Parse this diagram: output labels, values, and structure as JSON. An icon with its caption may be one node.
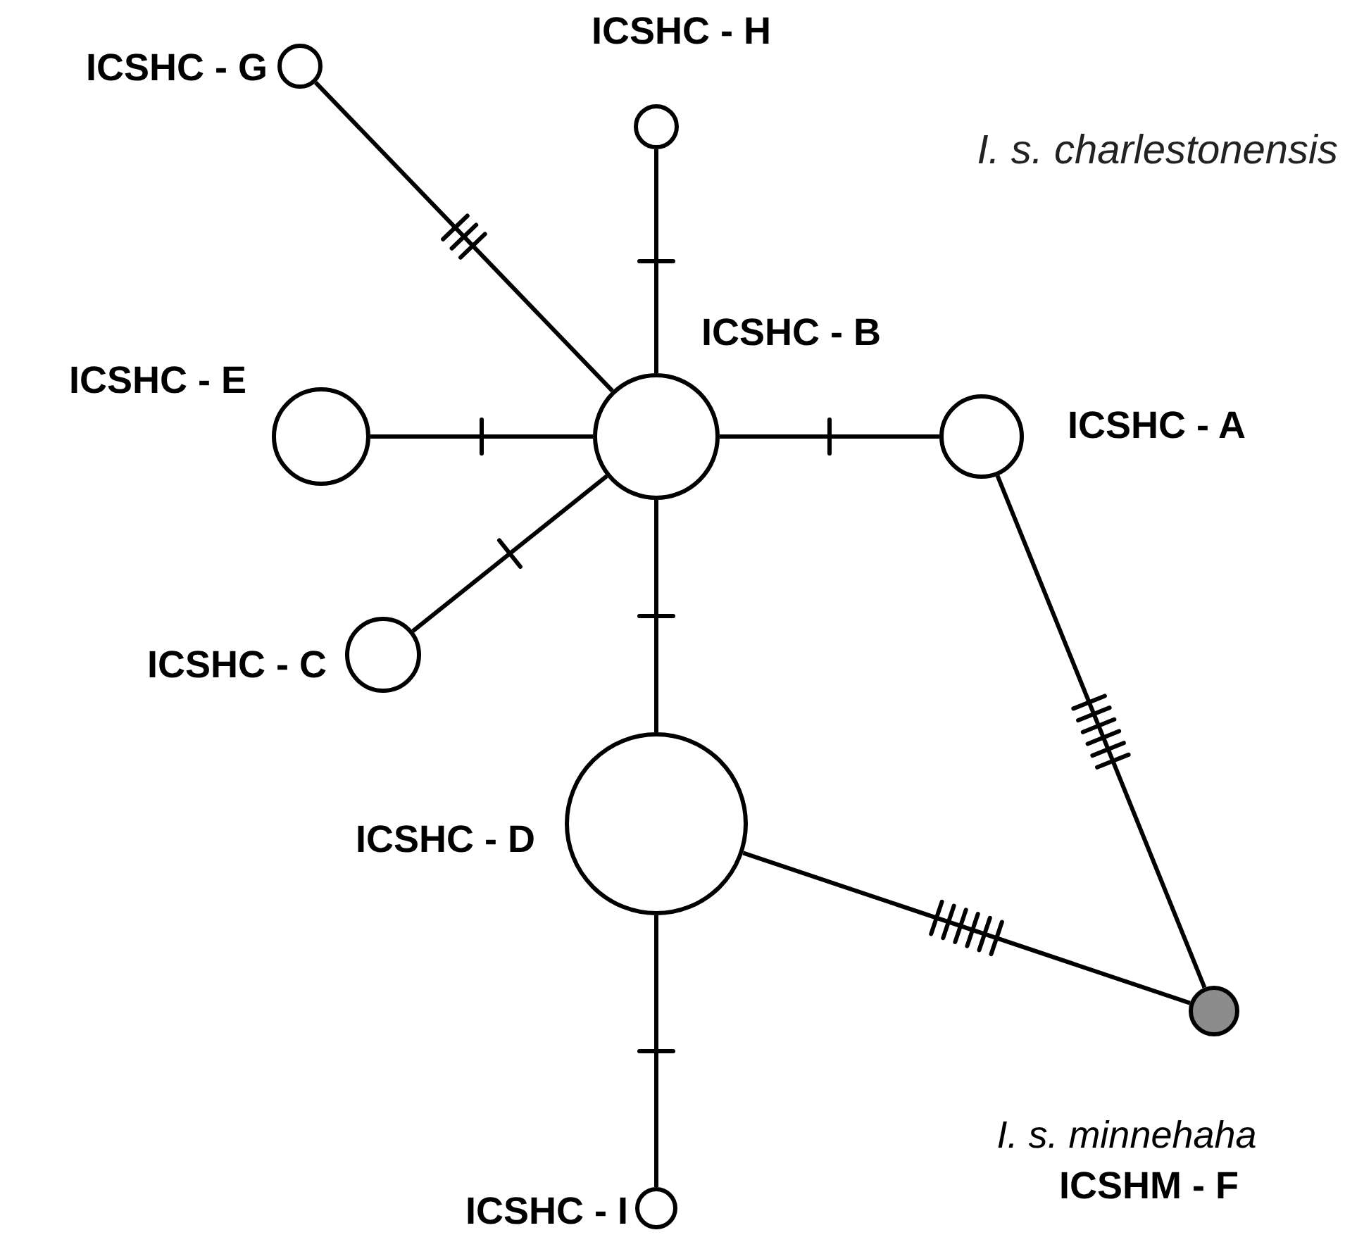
{
  "diagram": {
    "nodes": [
      {
        "text": [],
        "shape": "circle",
        "beside": [
          "ICSHC - G"
        ]
      },
      {
        "text": [],
        "shape": "circle",
        "beside": [
          "ICSHC - H"
        ]
      },
      {
        "text": [],
        "shape": "circle",
        "beside": [
          "ICSHC - B"
        ]
      },
      {
        "text": [],
        "shape": "circle",
        "beside": [
          "ICSHC - E"
        ]
      },
      {
        "text": [],
        "shape": "circle",
        "beside": [
          "ICSHC - A"
        ]
      },
      {
        "text": [],
        "shape": "circle",
        "beside": [
          "ICSHC - C"
        ]
      },
      {
        "text": [],
        "shape": "circle",
        "beside": [
          "ICSHC - D"
        ]
      },
      {
        "text": [],
        "shape": "circle",
        "beside": [
          "I. s. minnehaha",
          "ICSHM - F"
        ]
      },
      {
        "text": [],
        "shape": "circle",
        "beside": [
          "ICSHC - I"
        ]
      }
    ],
    "edges": [
      {
        "from": 2,
        "to": 0,
        "arrow": "none"
      },
      {
        "from": 2,
        "to": 1,
        "arrow": "none"
      },
      {
        "from": 2,
        "to": 3,
        "arrow": "none"
      },
      {
        "from": 2,
        "to": 4,
        "arrow": "none"
      },
      {
        "from": 2,
        "to": 5,
        "arrow": "none"
      },
      {
        "from": 2,
        "to": 6,
        "arrow": "none"
      },
      {
        "from": 4,
        "to": 7,
        "arrow": "none"
      },
      {
        "from": 6,
        "to": 7,
        "arrow": "none"
      },
      {
        "from": 6,
        "to": 8,
        "arrow": "none"
      }
    ],
    "labels": [
      "I. s. charlestonensis"
    ]
  }
}
